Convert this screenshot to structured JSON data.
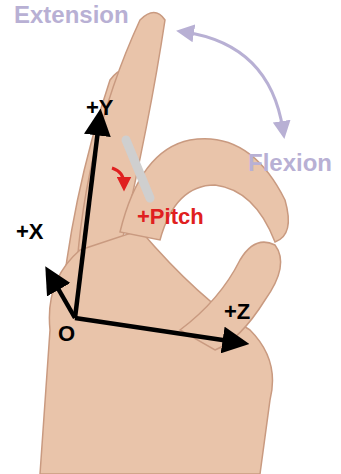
{
  "diagram": {
    "labels": [
      "Extension",
      "Flexion",
      "+Y",
      "+X",
      "O",
      "+Z",
      "+Pitch"
    ]
  }
}
